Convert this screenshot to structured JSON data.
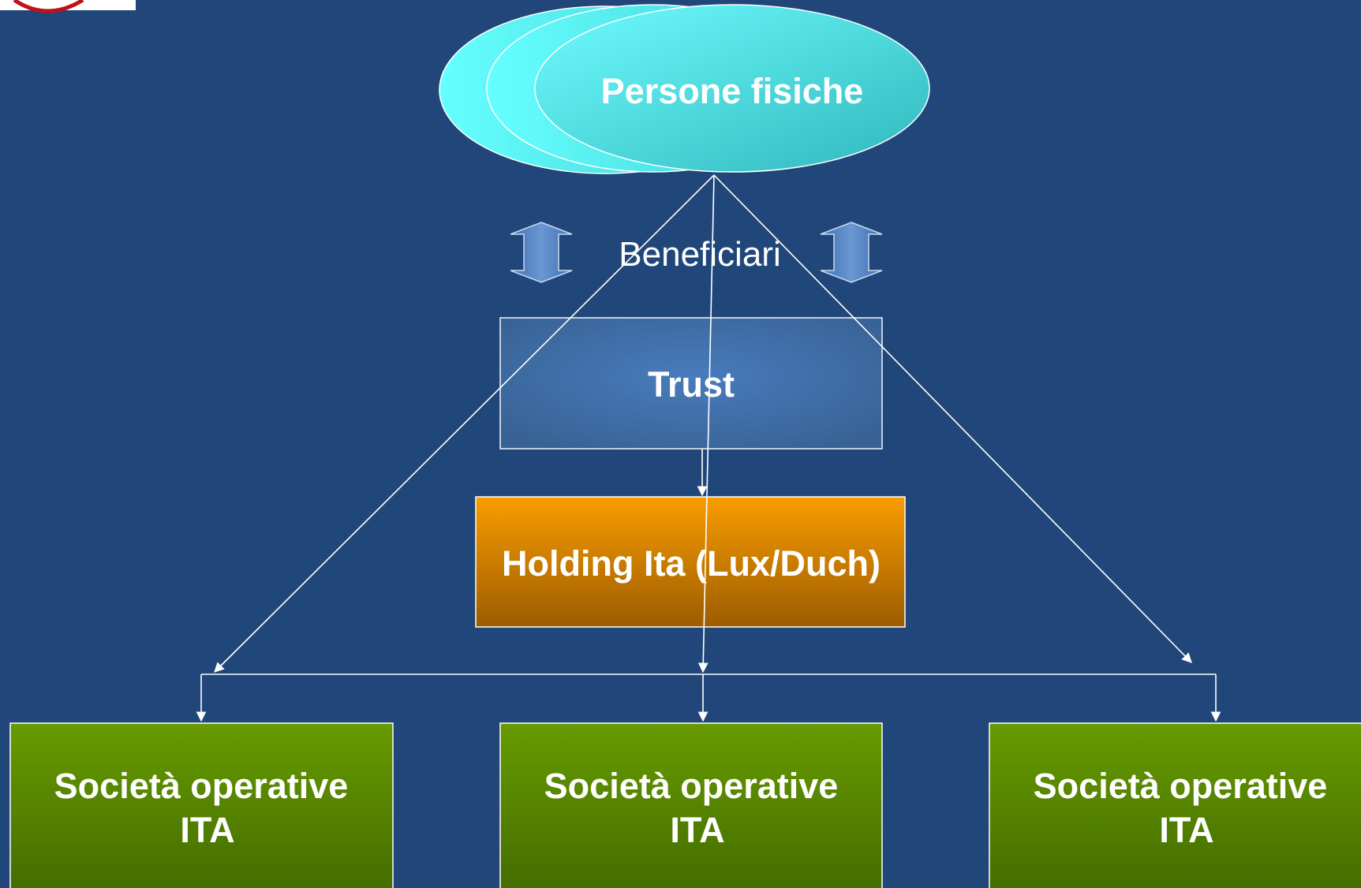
{
  "diagram": {
    "top_node": {
      "label": "Persone fisiche"
    },
    "relation_label": "Beneficiari",
    "trust_node": {
      "label": "Trust"
    },
    "holding_node": {
      "label": "Holding Ita (Lux/Duch)"
    },
    "operating_companies": [
      {
        "line1": "Società operative",
        "line2": "ITA"
      },
      {
        "line1": "Società operative",
        "line2": "ITA"
      },
      {
        "line1": "Società operative",
        "line2": "ITA"
      }
    ]
  },
  "colors": {
    "background": "#21477a",
    "ellipse_fill": "#66ffff",
    "trust_fill": "#4f7fb8",
    "holding_top": "#f79c00",
    "holding_bottom": "#9a5a00",
    "company_top": "#669900",
    "company_bottom": "#456f00",
    "arrow_fill": "#5a86c4",
    "logo_red": "#c0111a"
  }
}
